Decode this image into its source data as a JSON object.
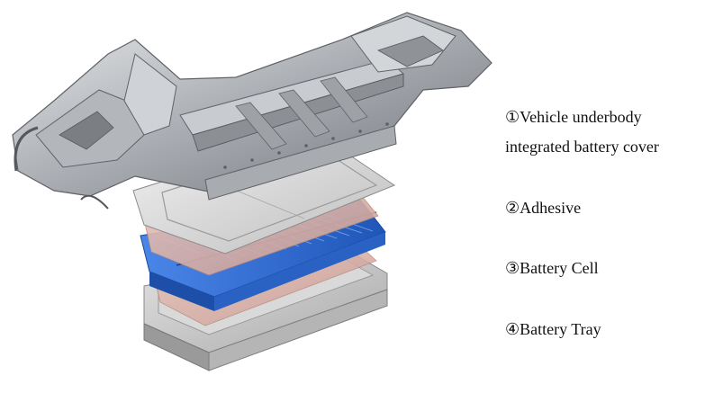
{
  "legend": {
    "items": [
      {
        "lines": [
          "①Vehicle underbody",
          "integrated battery cover"
        ]
      },
      {
        "lines": [
          "②Adhesive"
        ]
      },
      {
        "lines": [
          "③Battery Cell"
        ]
      },
      {
        "lines": [
          "④Battery Tray"
        ]
      }
    ]
  },
  "parts": {
    "frame": {
      "name": "vehicle-underbody-frame",
      "color": "#b9bcc0"
    },
    "cover": {
      "name": "battery-cover",
      "color": "#d6d6d6"
    },
    "adhesive": {
      "name": "adhesive-layer",
      "color": "#d8aea4"
    },
    "cells": {
      "name": "battery-cells",
      "color": "#2f6fd6"
    },
    "tray": {
      "name": "battery-tray",
      "color": "#cfcfcf"
    }
  }
}
